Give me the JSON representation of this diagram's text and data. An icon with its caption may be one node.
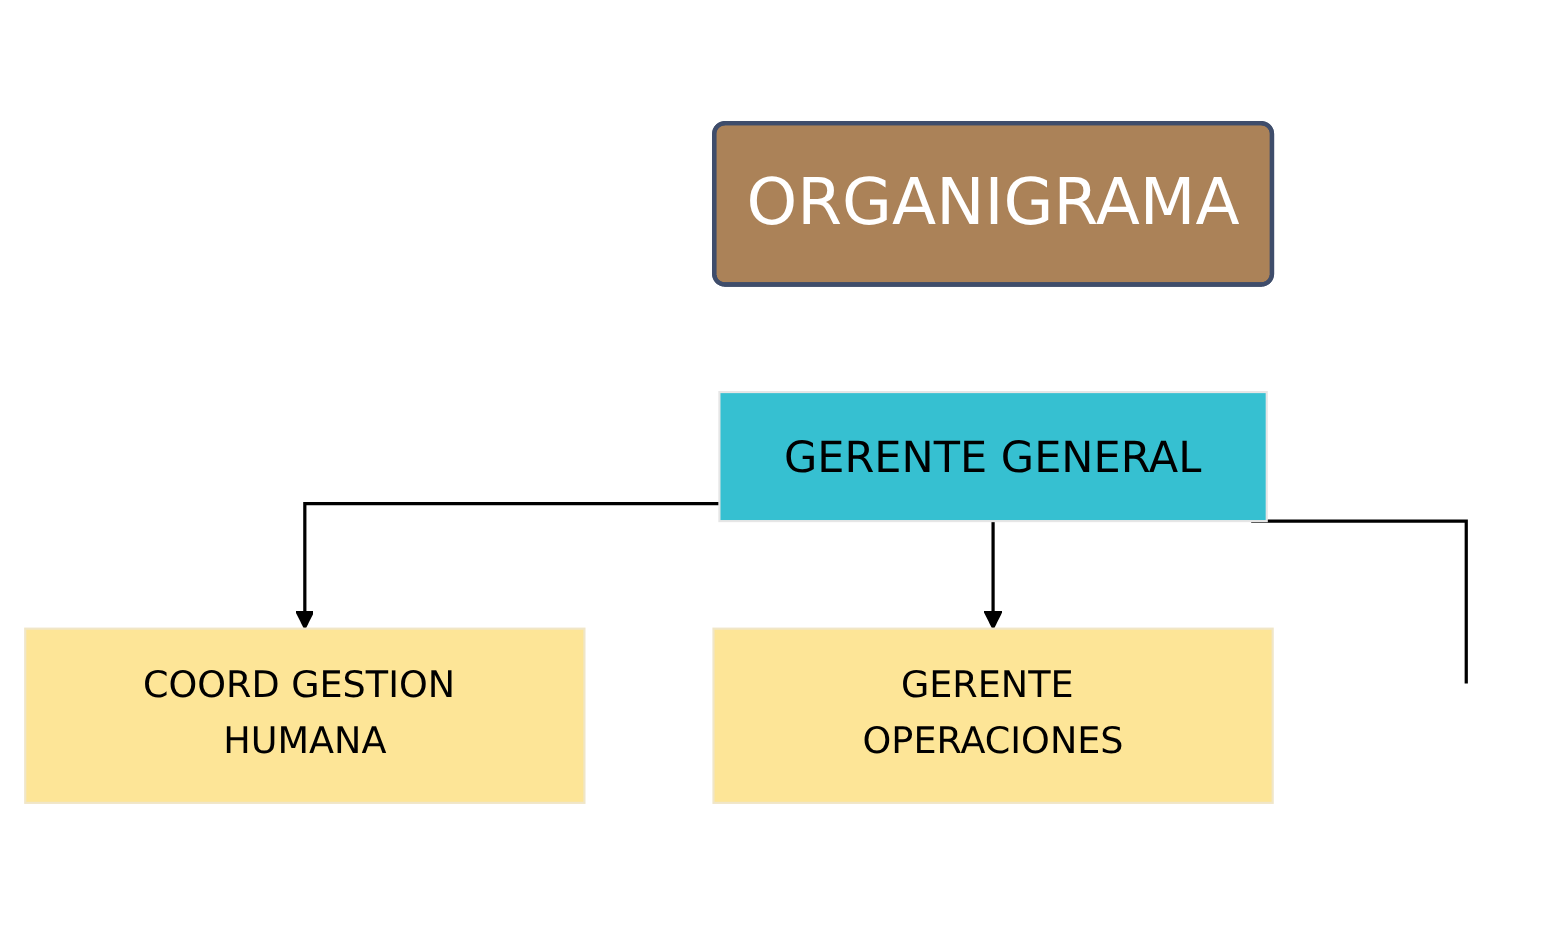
{
  "diagram": {
    "nodes": [
      {
        "text": [
          "ORGANIGRAMA"
        ]
      },
      {
        "text": [
          "GERENTE GENERAL"
        ]
      },
      {
        "text": [
          "GERENTE OPERACIONES"
        ]
      },
      {
        "text": [
          "COORD GESTION HUMANA"
        ]
      }
    ],
    "edges": [
      {
        "from": 1,
        "to": 3,
        "arrow": "to"
      },
      {
        "from": 1,
        "to": 2,
        "arrow": "to"
      },
      {
        "from": 1,
        "to": null,
        "arrow": "none"
      }
    ]
  }
}
